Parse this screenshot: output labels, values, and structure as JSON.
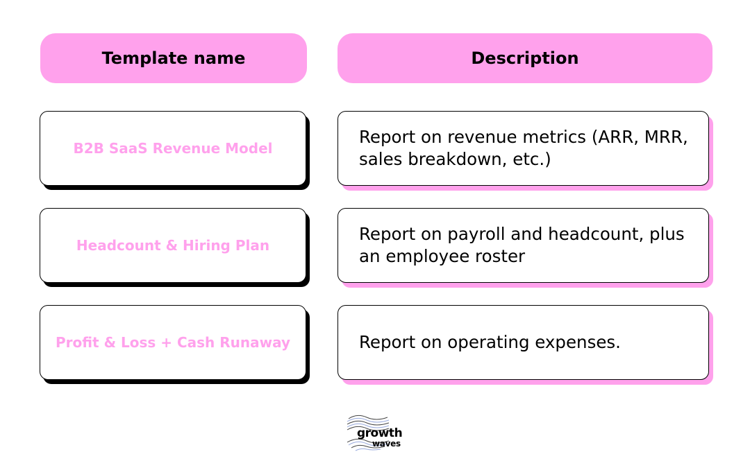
{
  "header": {
    "name_label": "Template name",
    "description_label": "Description"
  },
  "rows": [
    {
      "name": "B2B SaaS Revenue Model",
      "description": "Report on revenue metrics (ARR, MRR, sales breakdown, etc.)"
    },
    {
      "name": "Headcount & Hiring Plan",
      "description": "Report on payroll and headcount, plus an employee roster"
    },
    {
      "name": "Profit & Loss + Cash Runaway",
      "description": "Report on operating expenses."
    }
  ],
  "logo": {
    "line1": "growth",
    "line2": "waves"
  },
  "colors": {
    "accent": "#ffa1ec",
    "border": "#000000",
    "background": "#ffffff"
  },
  "icons": {
    "logo_mark": "wave-lines-icon"
  }
}
